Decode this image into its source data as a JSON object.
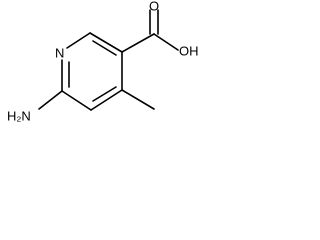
{
  "molecule": {
    "atoms": {
      "ring_nitrogen": "N",
      "amino_group": "H₂N",
      "carboxyl_oxygen": "O",
      "carboxyl_hydroxyl": "OH"
    }
  },
  "colors": {
    "bond": "#000000",
    "text": "#000000",
    "background": "#ffffff"
  }
}
